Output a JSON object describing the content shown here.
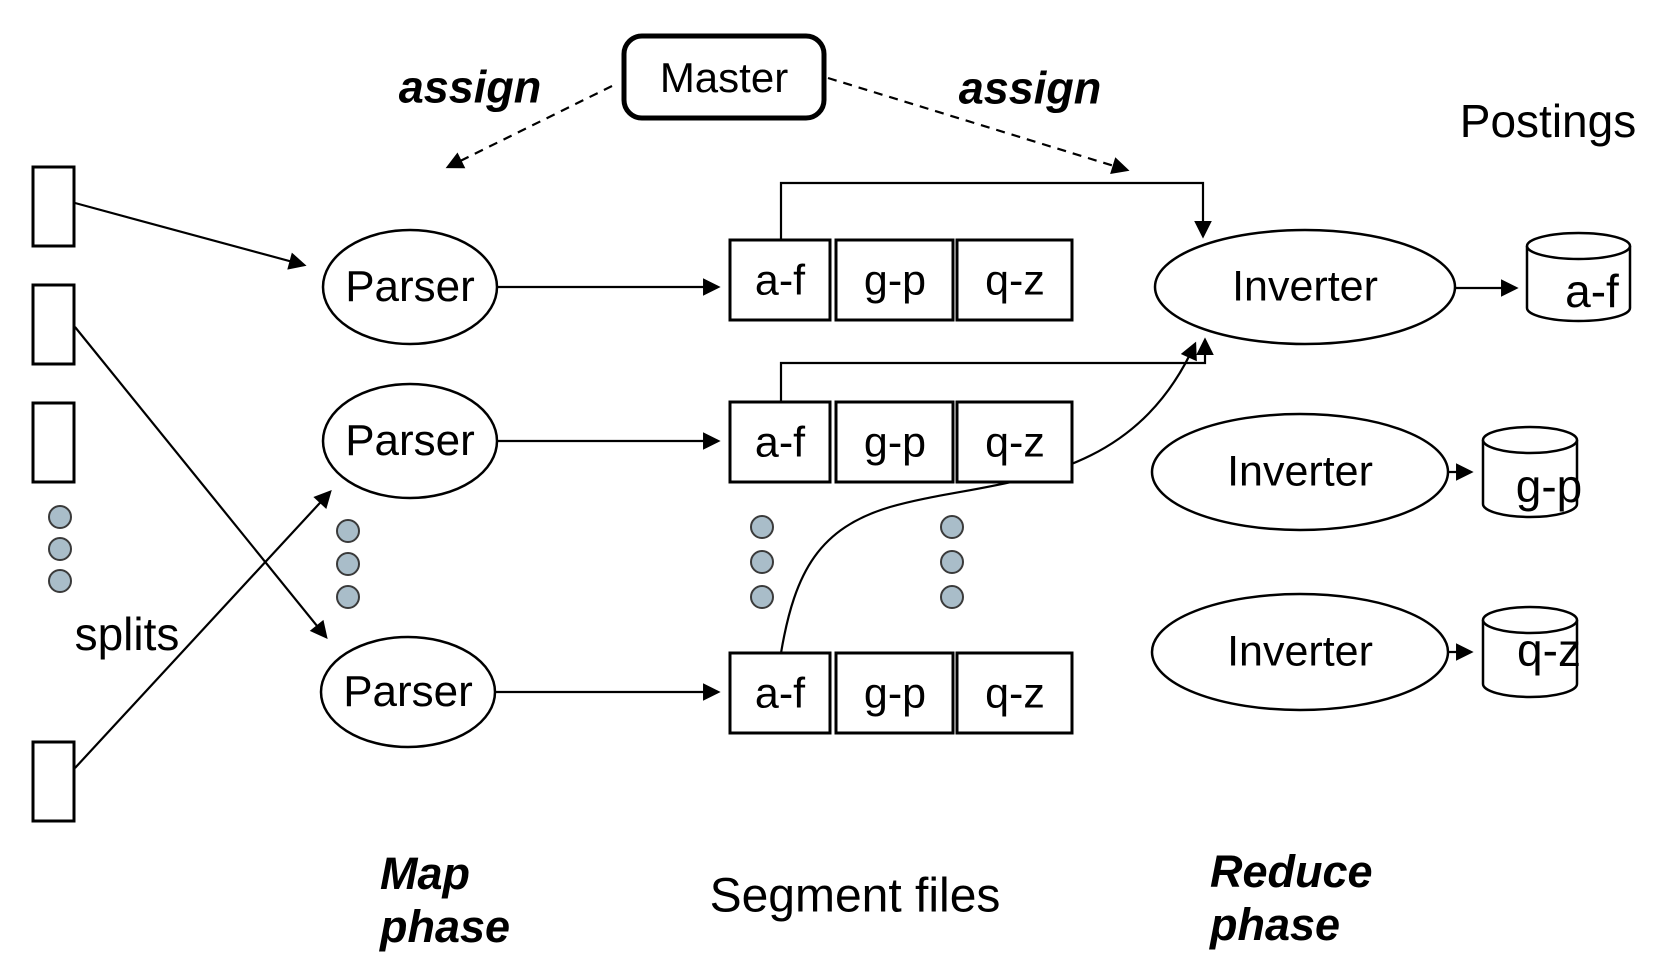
{
  "colors": {
    "stroke": "#000000",
    "dot_fill": "#a9bdc9",
    "background": "#ffffff"
  },
  "master": {
    "label": "Master"
  },
  "assign": {
    "left": "assign",
    "right": "assign"
  },
  "splits": {
    "label": "splits"
  },
  "parsers": [
    "Parser",
    "Parser",
    "Parser"
  ],
  "inverters": [
    "Inverter",
    "Inverter",
    "Inverter"
  ],
  "segment_rows": [
    [
      "a-f",
      "g-p",
      "q-z"
    ],
    [
      "a-f",
      "g-p",
      "q-z"
    ],
    [
      "a-f",
      "g-p",
      "q-z"
    ]
  ],
  "postings": {
    "label": "Postings",
    "cylinders": [
      "a-f",
      "g-p",
      "q-z"
    ]
  },
  "phase_labels": {
    "map": [
      "Map",
      "phase"
    ],
    "segment_files": "Segment files",
    "reduce": [
      "Reduce",
      "phase"
    ]
  }
}
